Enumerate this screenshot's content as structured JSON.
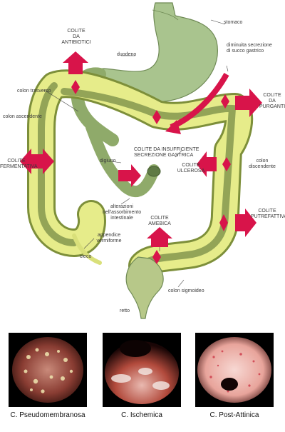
{
  "labels": {
    "stomaco": "stomaco",
    "duodeno": "duodeno",
    "diminuita": "diminuita secrezione\ndi succo gastrico",
    "colite_antibiotici": "COLITE\nDA\nANTIBIOTICI",
    "colon_trasverso": "colon trasverso",
    "colon_ascendente": "colon ascendente",
    "colite_purganti": "COLITE\nDA\nPURGANTI",
    "colite_insufficiente": "COLITE DA INSUFFICIENTE\nSECREZIONE GASTRICA",
    "digiuno": "digiuno",
    "colite_fermentativa": "COLITE\nFERMENTATIVA",
    "colite_ulcerosa": "COLITE\nULCEROSA",
    "colon_discendente": "colon\ndiscendente",
    "alterazioni": "alterazioni\nnell'assorbimento\nintestinale",
    "colite_amebica": "COLITE\nAMEBICA",
    "colite_putrefattiva": "COLITE\nPUTREFATTIVA",
    "appendice": "appendice\nvermiforme",
    "cieco": "cieco",
    "colon_sigmoideo": "colon sigmoideo",
    "retto": "retto"
  },
  "photos": [
    {
      "caption": "C. Pseudomembranosa"
    },
    {
      "caption": "C. Ischemica"
    },
    {
      "caption": "C. Post-Attinica"
    }
  ],
  "colors": {
    "arrow": "#d8144a",
    "stomach": "#a9c48e",
    "colon": "#e6ec8a",
    "colon_edge": "#7d8f3a",
    "intestine": "#8faa6a"
  }
}
